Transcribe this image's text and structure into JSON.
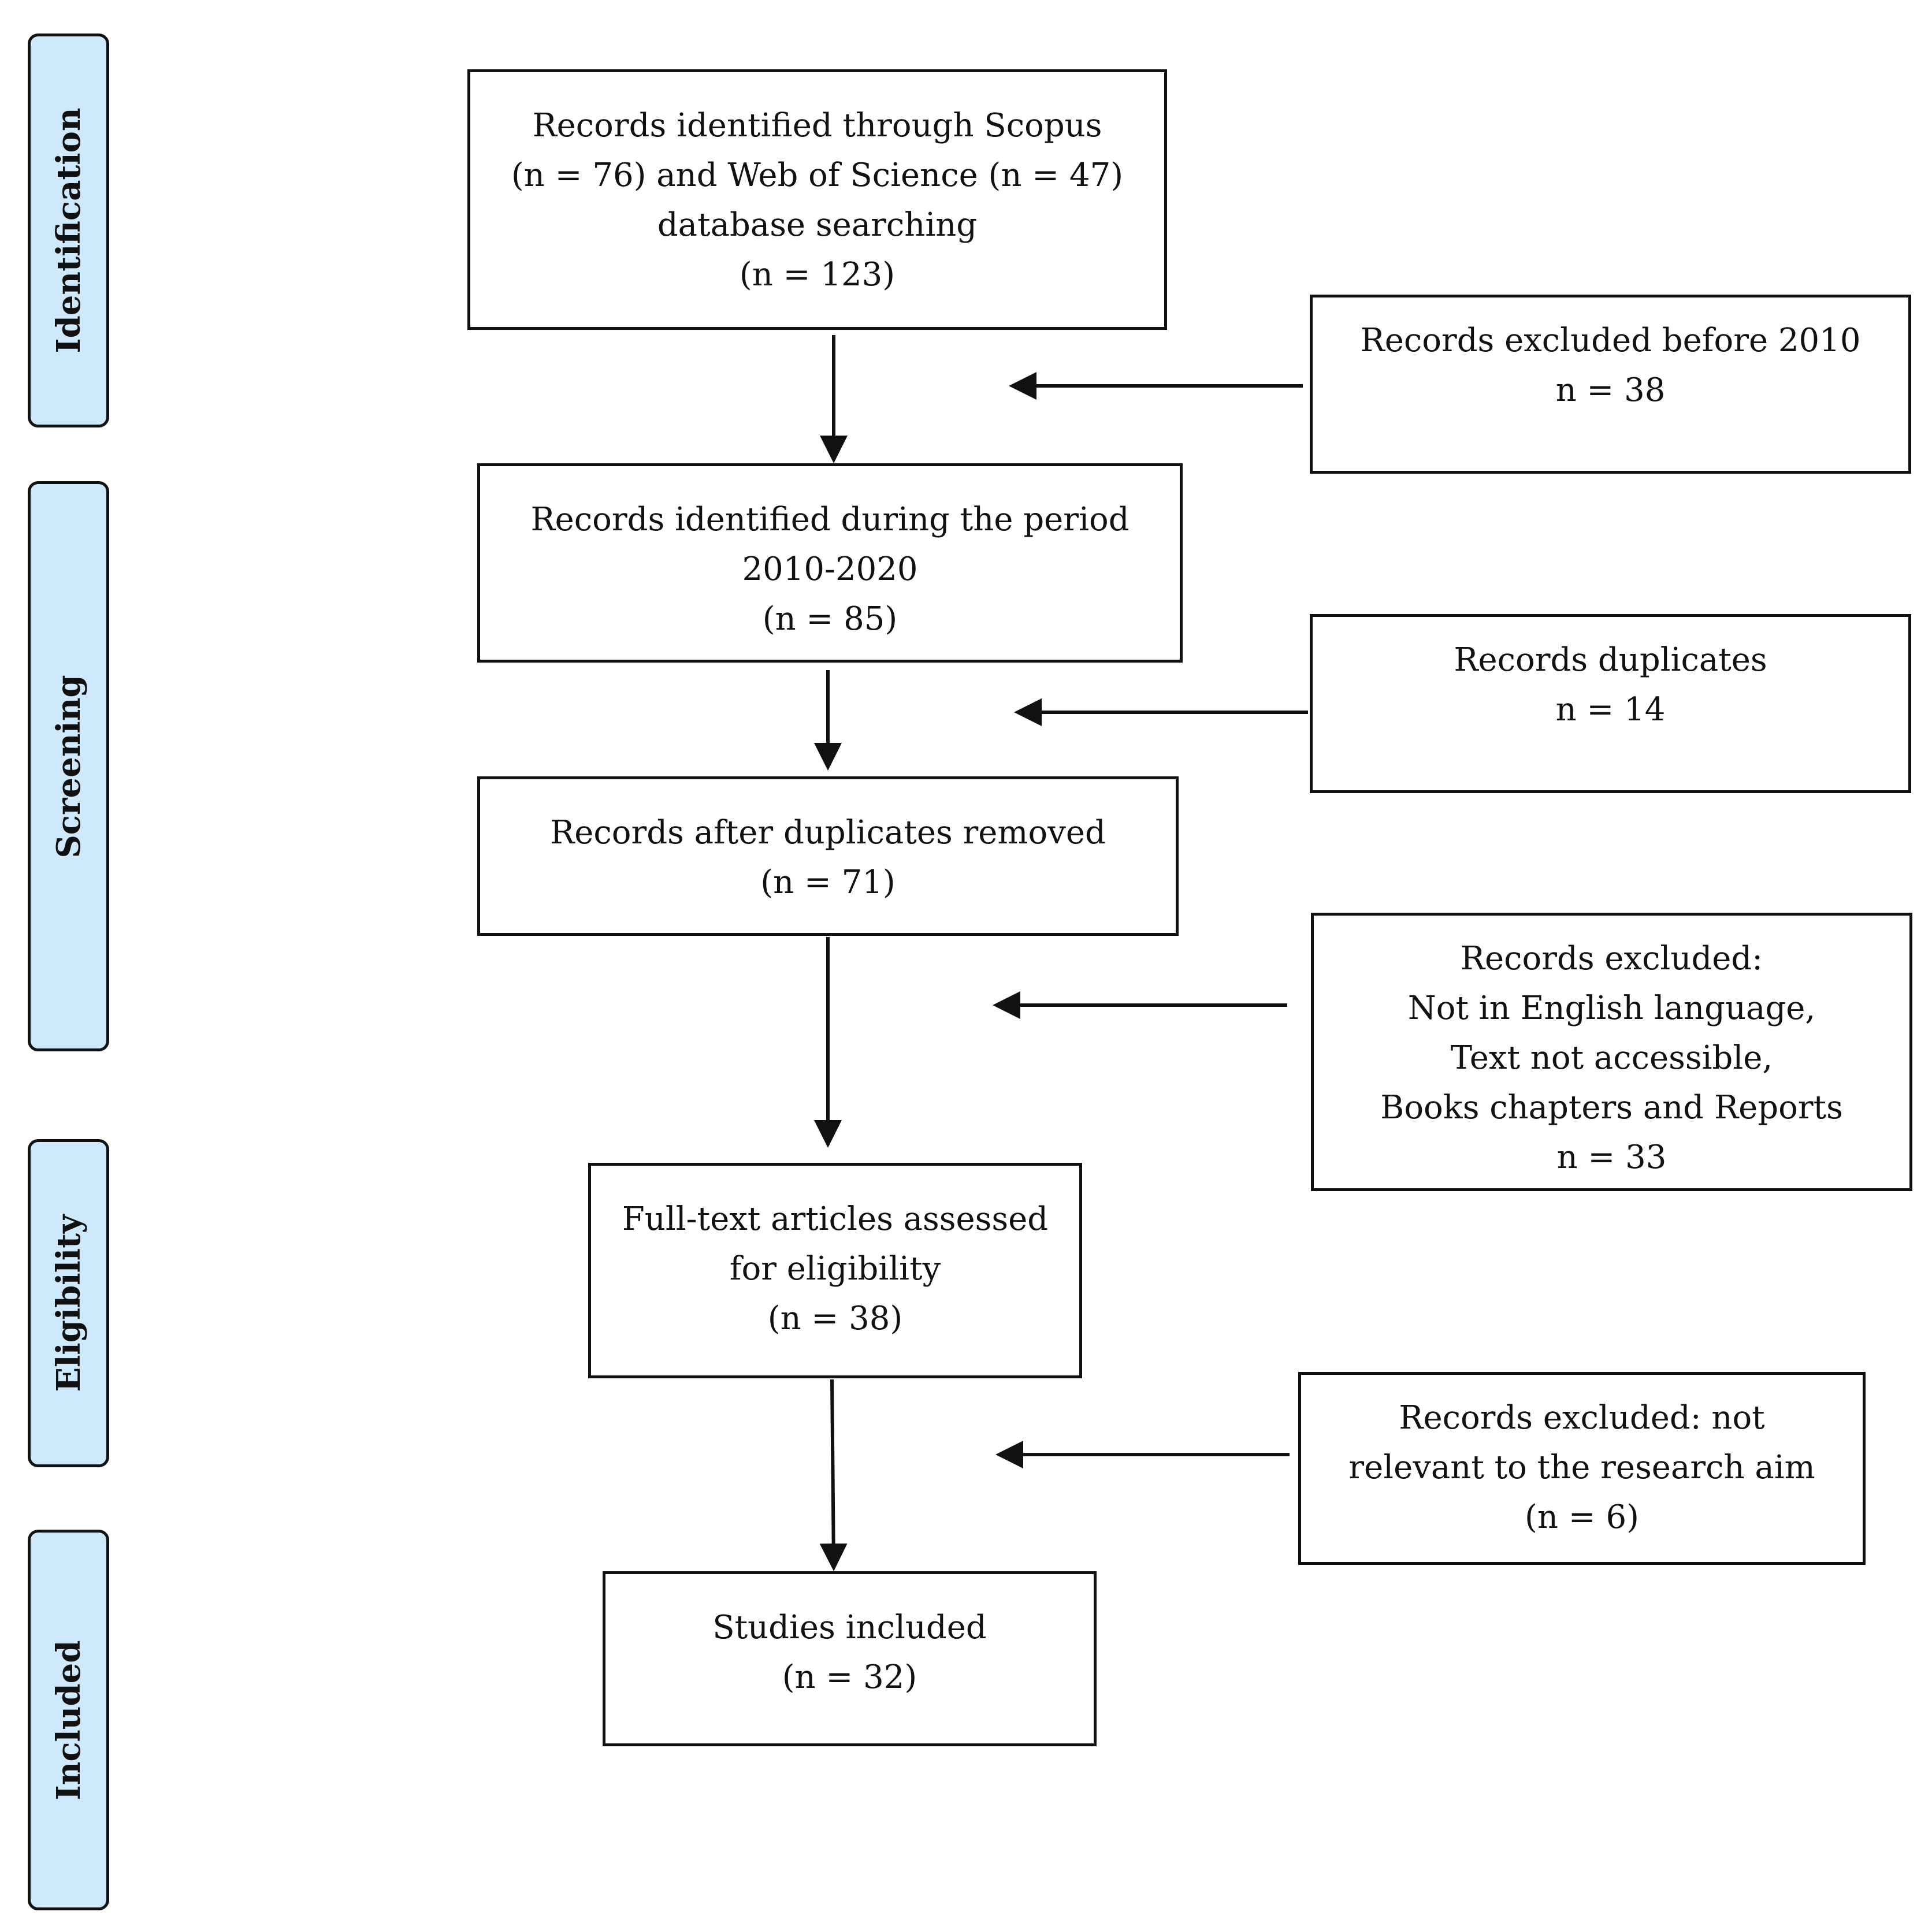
{
  "stages": {
    "identification": "Identification",
    "screening": "Screening",
    "eligibility": "Eligibility",
    "included": "Included"
  },
  "main_boxes": {
    "identified": {
      "lines": [
        "Records identified through Scopus",
        "(n = 76) and Web of Science (n = 47)",
        "database searching",
        "(n = 123)"
      ]
    },
    "period": {
      "lines": [
        "Records identified during the period",
        "2010-2020",
        "(n = 85)"
      ]
    },
    "after_duplicates": {
      "lines": [
        "Records after duplicates removed",
        "(n = 71)"
      ]
    },
    "full_text": {
      "lines": [
        "Full-text articles assessed",
        "for eligibility",
        "(n = 38)"
      ]
    },
    "included": {
      "lines": [
        "Studies included",
        "(n = 32)"
      ]
    }
  },
  "exclusion_boxes": {
    "before_2010": {
      "lines": [
        "Records excluded before 2010",
        "n = 38"
      ]
    },
    "duplicates": {
      "lines": [
        "Records duplicates",
        "n = 14"
      ]
    },
    "language": {
      "lines": [
        "Records excluded:",
        "Not in English language,",
        "Text not accessible,",
        "Books chapters and Reports",
        "n = 33"
      ]
    },
    "not_relevant": {
      "lines": [
        "Records excluded: not",
        "relevant to the research aim",
        "(n = 6)"
      ]
    }
  }
}
